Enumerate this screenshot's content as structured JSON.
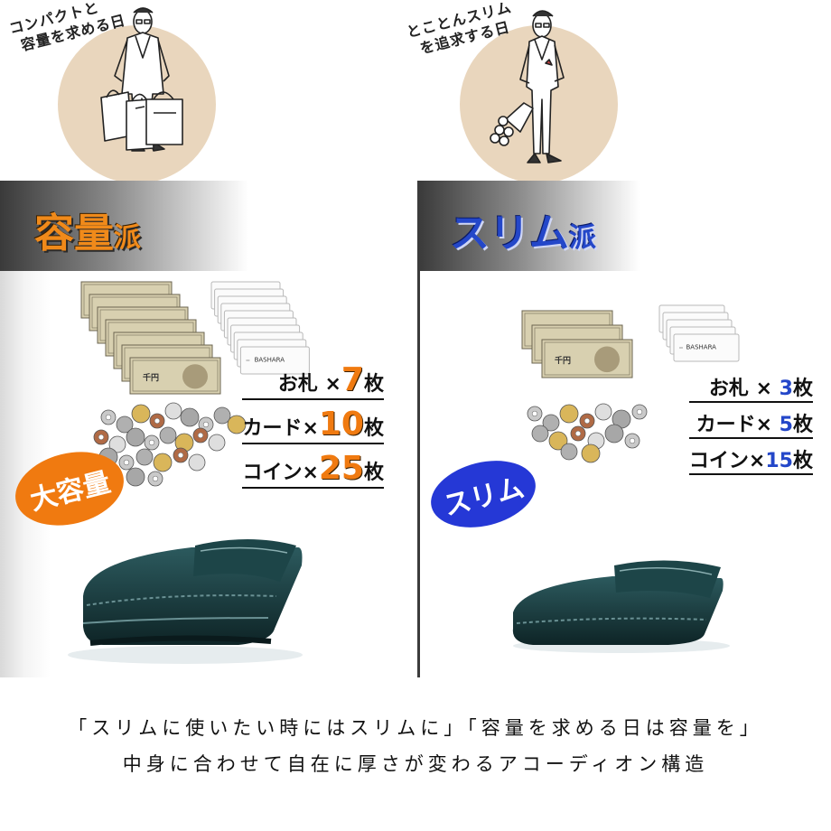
{
  "left": {
    "tagline_line1": "コンパクトと",
    "tagline_line2": "容量を求める日",
    "title_main": "容量",
    "title_small": "派",
    "stats": [
      {
        "label": "お札 ×",
        "value": "7",
        "unit": "枚"
      },
      {
        "label": "カード×",
        "value": "10",
        "unit": "枚"
      },
      {
        "label": "コイン×",
        "value": "25",
        "unit": "枚"
      }
    ],
    "badge": "大容量",
    "accent_color": "#f07a10",
    "bill_count_shown": 7,
    "card_count_shown": 10
  },
  "right": {
    "tagline_line1": "とことんスリム",
    "tagline_line2": "を追求する日",
    "title_main": "スリム",
    "title_small": "派",
    "stats": [
      {
        "label": "お札 × ",
        "value": "3",
        "unit": "枚"
      },
      {
        "label": "カード× ",
        "value": "5",
        "unit": "枚"
      },
      {
        "label": "コイン×",
        "value": "15",
        "unit": "枚"
      }
    ],
    "badge": "スリム",
    "accent_color": "#2447c9",
    "bill_count_shown": 3,
    "card_count_shown": 5
  },
  "banknote_text": "千円",
  "card_brand": "BASHARA",
  "footer_line1": "「スリムに使いたい時にはスリムに」「容量を求める日は容量を」",
  "footer_line2": "中身に合わせて自在に厚さが変わるアコーディオン構造",
  "icons": [
    "man-with-bags-illustration",
    "man-with-bouquet-illustration",
    "banknote-stack",
    "card-stack",
    "coin-pile",
    "wallet-photo"
  ]
}
